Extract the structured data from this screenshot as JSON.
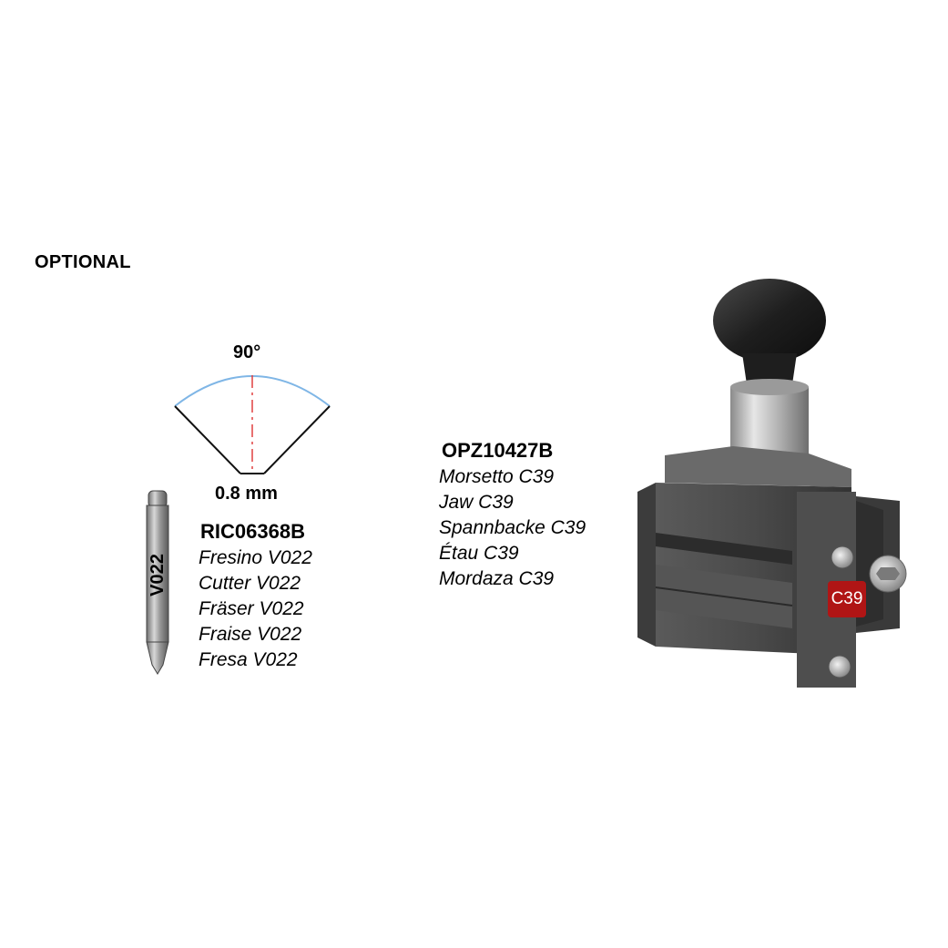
{
  "section_label": "OPTIONAL",
  "cutter": {
    "angle_label": "90°",
    "tip_label": "0.8 mm",
    "shank_text": "V022",
    "code": "RIC06368B",
    "names": [
      "Fresino V022",
      "Cutter V022",
      "Fräser V022",
      "Fraise V022",
      "Fresa V022"
    ]
  },
  "jaw": {
    "code": "OPZ10427B",
    "names": [
      "Morsetto C39",
      "Jaw C39",
      "Spannbacke C39",
      "Étau C39",
      "Mordaza C39"
    ],
    "badge_text": "C39",
    "badge_color": "#b01515"
  },
  "colors": {
    "arc": "#7fb6e6",
    "axis": "#e04040",
    "metal": "#4a4a4a",
    "knob": "#1e1e1e"
  }
}
